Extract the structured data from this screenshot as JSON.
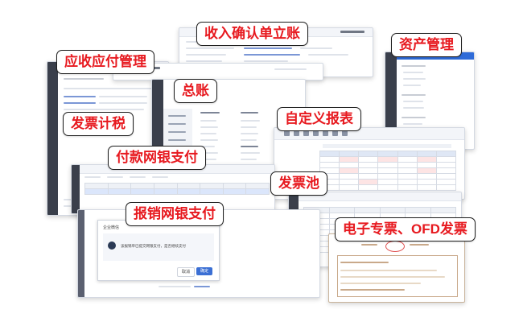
{
  "callouts": {
    "receipt": "收入确认单立账",
    "ar_ap": "应收应付管理",
    "assets": "资产管理",
    "ledger": "总账",
    "invoice_tax": "发票计税",
    "custom_report": "自定义报表",
    "payment": "付款网银支付",
    "invoice_pool": "发票池",
    "reimburse": "报销网银支付",
    "einvoice": "电子专票、OFD发票"
  },
  "dialog": {
    "title": "企业微信",
    "message": "该报销单已提交网银支付，是否继续支付",
    "cancel": "取消",
    "ok": "确定"
  },
  "colors": {
    "callout_text": "#e7191f",
    "sidebar": "#3a3f4b",
    "accent": "#3b6fd4",
    "header_blue": "#2f6bd8"
  }
}
